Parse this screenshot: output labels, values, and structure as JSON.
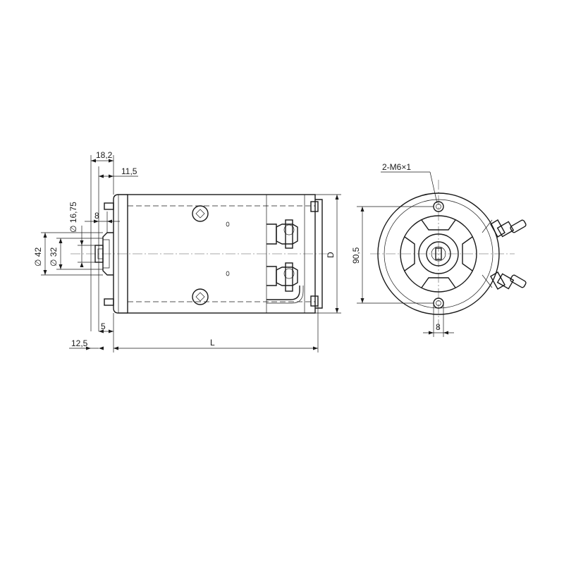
{
  "drawing": {
    "side_view": {
      "dim_top_1": "18,2",
      "dim_top_2": "11,5",
      "dim_small_8": "8",
      "dim_dia_1675": "∅ 16,75",
      "dim_dia_42": "∅ 42",
      "dim_dia_32": "∅ 32",
      "dim_bottom_5": "5",
      "dim_bottom_125": "12,5",
      "dim_length": "L",
      "dim_diameter": "D"
    },
    "end_view": {
      "thread_note": "2-M6×1",
      "dim_bolt_circle": "90,5",
      "dim_bottom_8": "8"
    }
  }
}
